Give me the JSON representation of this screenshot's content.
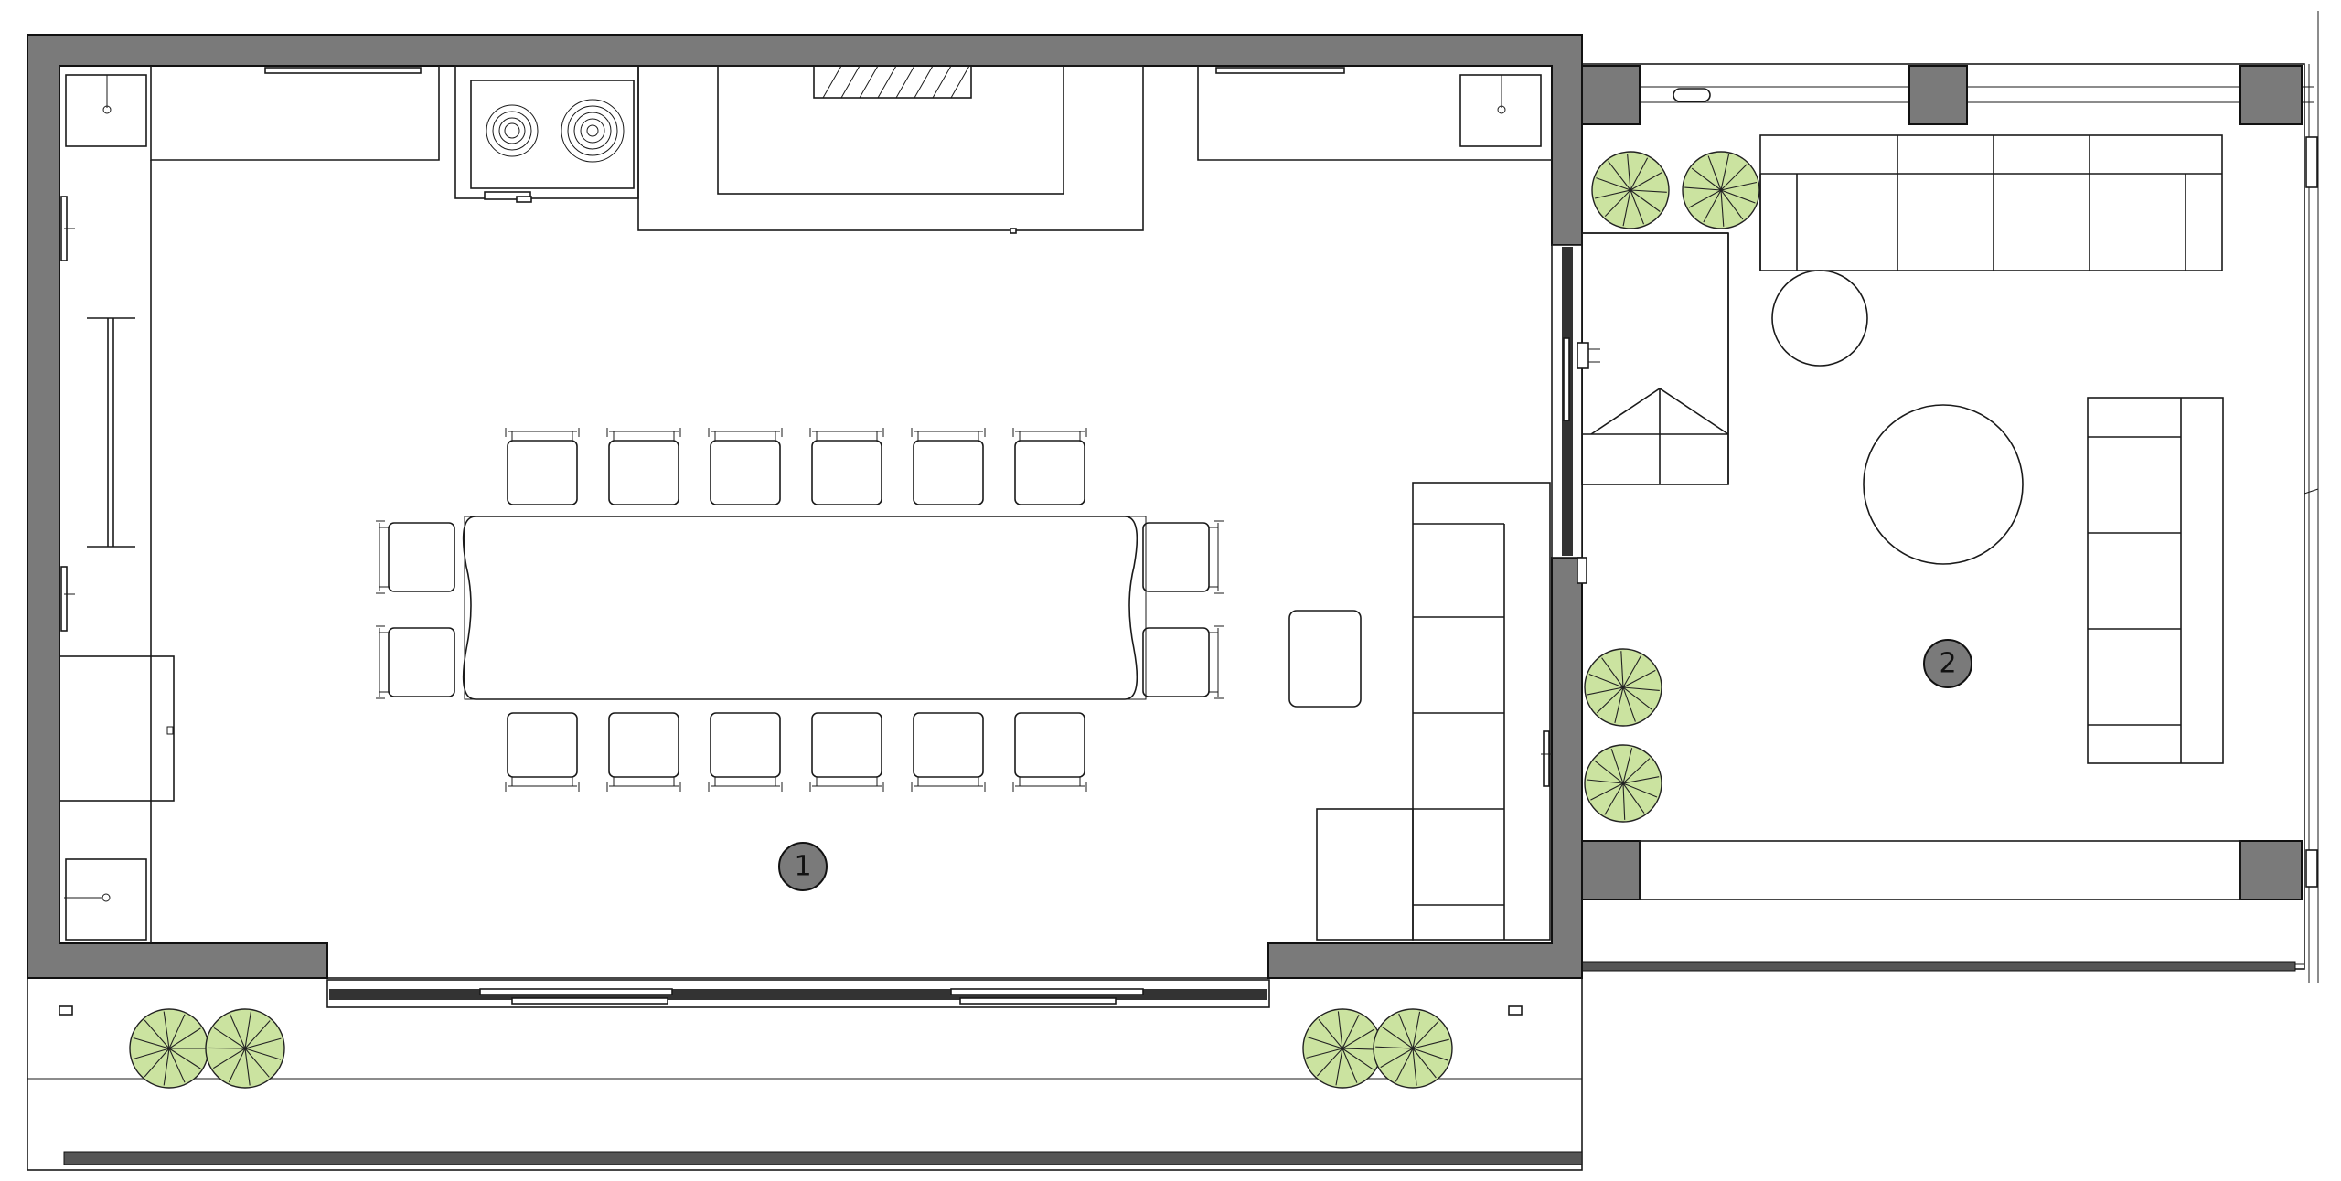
{
  "rooms": [
    {
      "id": "room-1",
      "label": "1"
    },
    {
      "id": "room-2",
      "label": "2"
    }
  ],
  "colors": {
    "wall": "#7a7a7a",
    "line": "#1a1a1a",
    "plant": "#cbe3a0",
    "marker": "#7a7a7a",
    "background": "#ffffff"
  }
}
